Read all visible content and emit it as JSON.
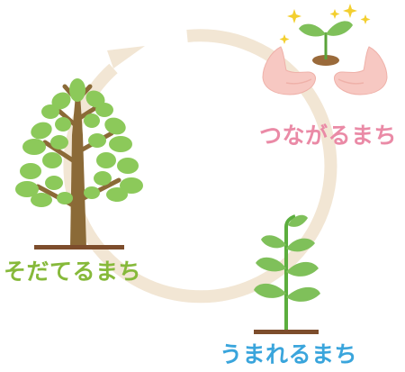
{
  "labels": {
    "connect": "つながるまち",
    "grow": "そだてるまち",
    "born": "うまれるまち"
  },
  "colors": {
    "cycle_arrow": "#f2e6d4",
    "connect_text": "#ea8aa6",
    "grow_text": "#86b93a",
    "born_text": "#3aa5dc",
    "leaf": "#8cc95a",
    "trunk": "#8b6a37",
    "ground": "#7d4d2c",
    "hands": "#f7c8c2",
    "sparkle": "#f3cf2f"
  },
  "icons": [
    "sapling-in-hands-icon",
    "tree-icon",
    "young-plant-icon",
    "cycle-arrow-icon"
  ]
}
